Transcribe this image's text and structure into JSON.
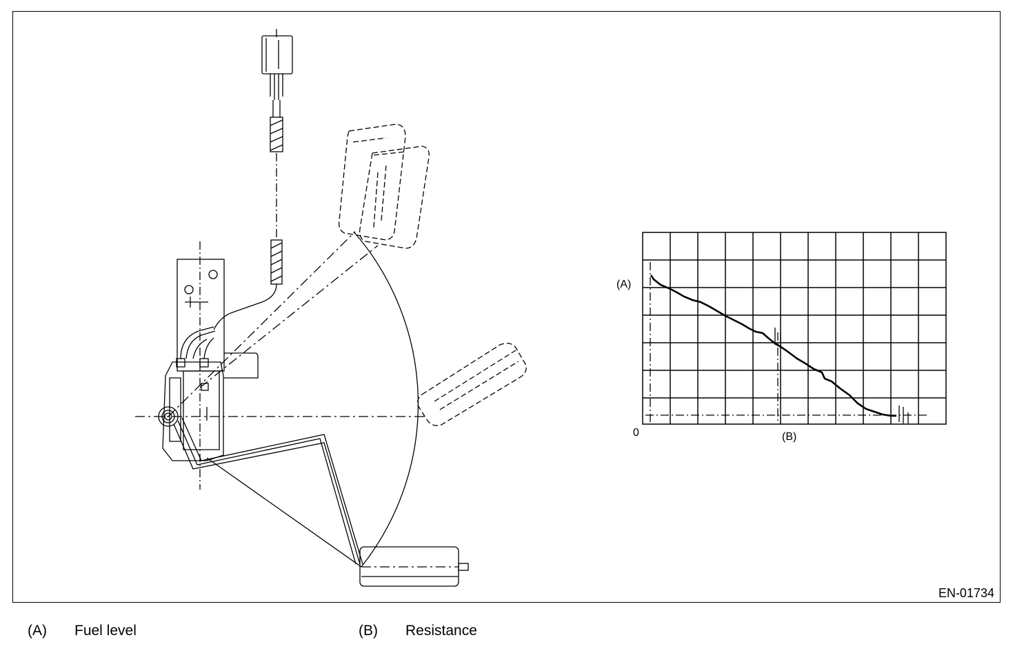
{
  "figure": {
    "code": "EN-01734"
  },
  "graph": {
    "y_marker": "(A)",
    "x_marker": "(B)",
    "origin": "0"
  },
  "legend": [
    {
      "marker": "(A)",
      "text": "Fuel level"
    },
    {
      "marker": "(B)",
      "text": "Resistance"
    }
  ],
  "colors": {
    "line": "#000000",
    "background": "#ffffff"
  }
}
